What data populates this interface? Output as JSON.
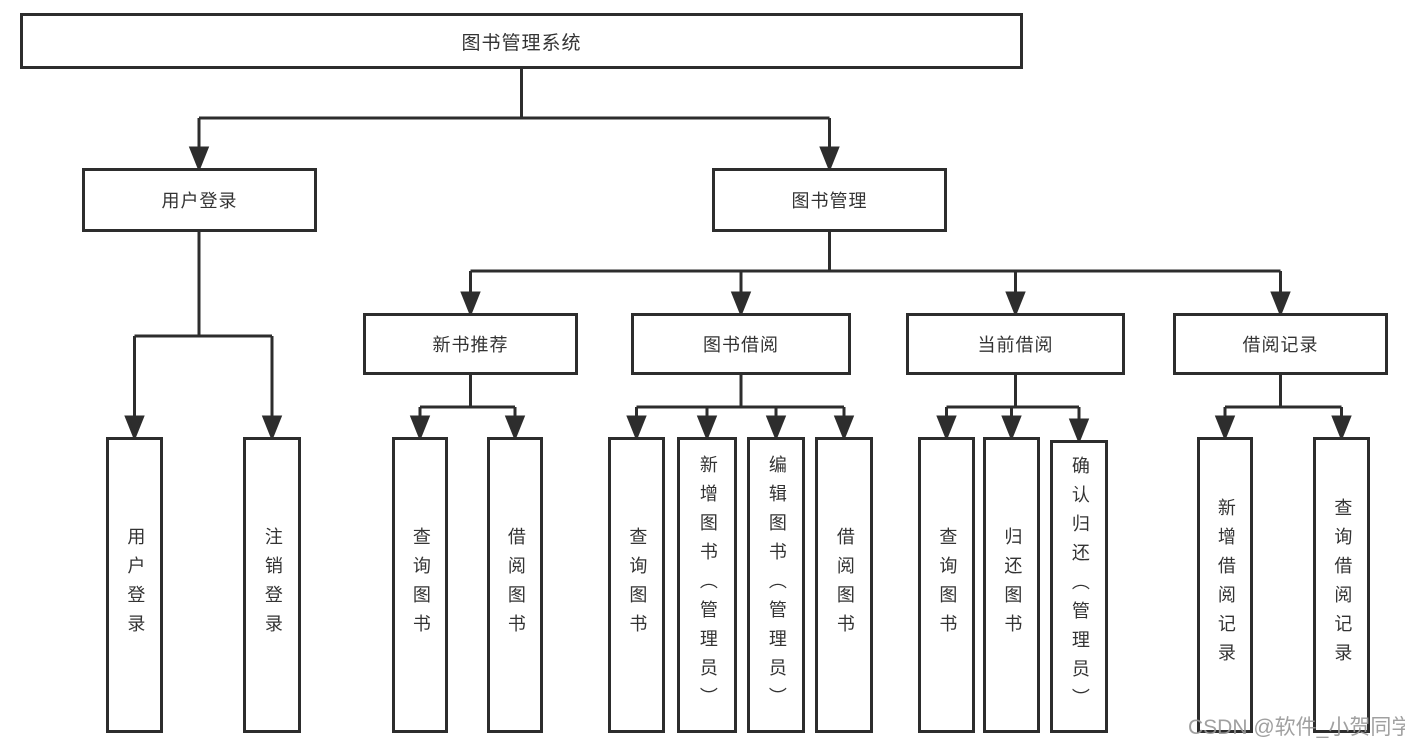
{
  "diagram": {
    "root": {
      "label": "图书管理系统"
    },
    "level1": {
      "user_login": {
        "label": "用户登录"
      },
      "book_mgmt": {
        "label": "图书管理"
      }
    },
    "level2": {
      "new_book_rec": {
        "label": "新书推荐"
      },
      "book_borrow": {
        "label": "图书借阅"
      },
      "current_borrow": {
        "label": "当前借阅"
      },
      "borrow_records": {
        "label": "借阅记录"
      }
    },
    "leaves": {
      "user_login_leaf": {
        "label": "用户登录"
      },
      "logout": {
        "label": "注销登录"
      },
      "query_books_1": {
        "label": "查询图书"
      },
      "borrow_books_1": {
        "label": "借阅图书"
      },
      "query_books_2": {
        "label": "查询图书"
      },
      "add_books": {
        "label": "新增图书（管理员）"
      },
      "edit_books": {
        "label": "编辑图书（管理员）"
      },
      "borrow_books_2": {
        "label": "借阅图书"
      },
      "query_books_3": {
        "label": "查询图书"
      },
      "return_books": {
        "label": "归还图书"
      },
      "confirm_return": {
        "label": "确认归还（管理员）"
      },
      "add_borrow_record": {
        "label": "新增借阅记录"
      },
      "query_borrow_record": {
        "label": "查询借阅记录"
      }
    }
  },
  "watermark": {
    "text": "CSDN @软件_小贺同学"
  },
  "colors": {
    "line": "#2d2d2d",
    "box_border": "#2d2d2d",
    "text": "#333333",
    "watermark": "#989898"
  }
}
